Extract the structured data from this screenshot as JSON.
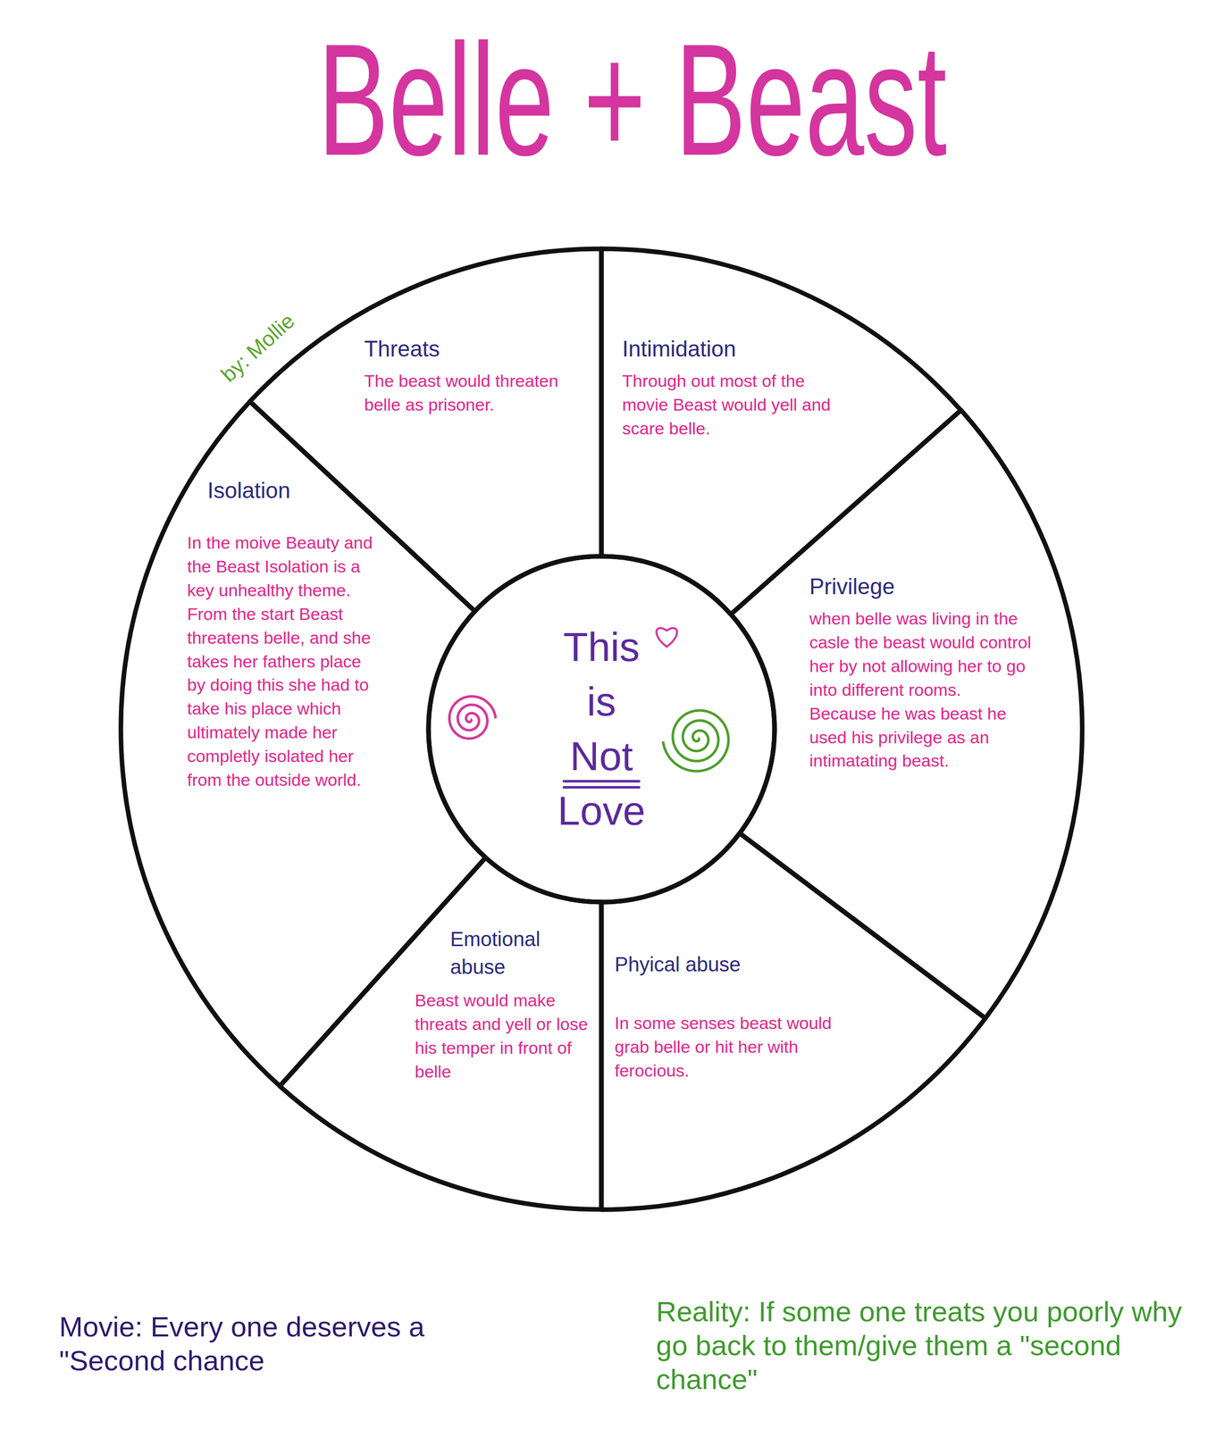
{
  "diagram": {
    "title": "Belle + Beast",
    "nodes": [
      {
        "text": [
          "Threats",
          "The beast would threaten belle as prisoner."
        ]
      },
      {
        "text": [
          "Intimidation",
          "Through out most of the movie Beast would yell and scare belle."
        ]
      },
      {
        "text": [
          "Isolation",
          "In the moive Beauty and the Beast Isolation is a key unhealthy theme. From the start Beast threatens belle, and she takes her fathers place by doing this she had to take his place which ultimately made her completly isolated her from the outside world."
        ]
      },
      {
        "text": [
          "Privilege",
          "when belle was living in the casle the beast would control her by not allowing her to go into different rooms. Because he was beast he used his privilege as an intimatating beast."
        ]
      },
      {
        "text": [
          "This is Not Love"
        ]
      },
      {
        "text": [
          "Emotional abuse",
          "Beast would make threats and yell or lose his temper in front of belle"
        ]
      },
      {
        "text": [
          "Phyical abuse",
          "In some senses beast would grab belle or hit her with ferocious."
        ]
      }
    ],
    "labels": [
      "by: Mollie",
      "Movie: Every one deserves a \"Second chance",
      "Reality: If some one treats you poorly why go back to them/give them a \"second chance\""
    ]
  }
}
